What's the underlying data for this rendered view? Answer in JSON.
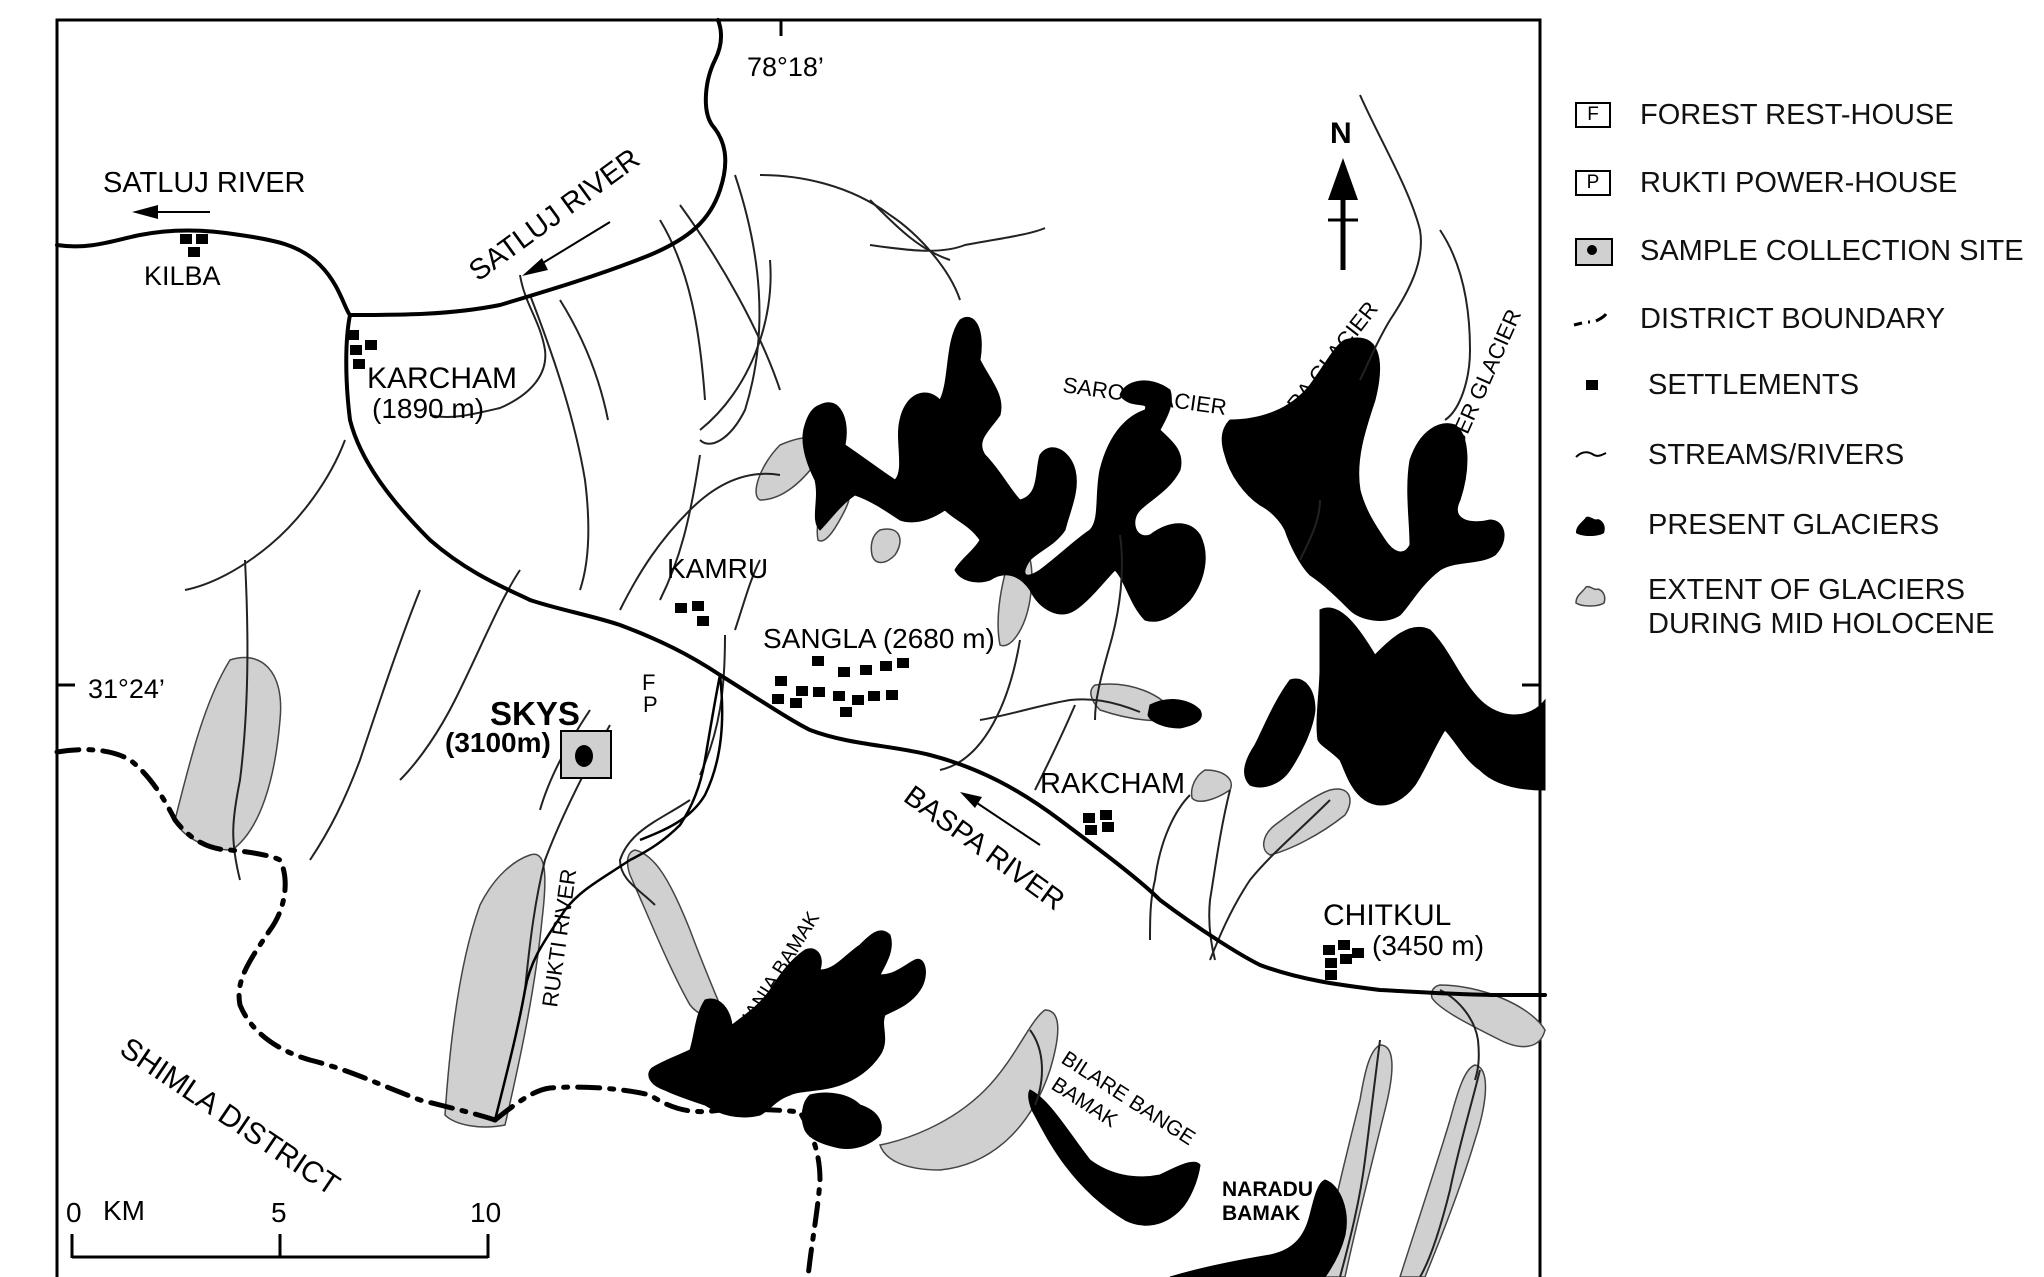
{
  "map": {
    "coordinates": {
      "longitude": "78°18’",
      "latitude": "31°24’"
    },
    "north_label": "N",
    "rivers": {
      "satluj_left": "SATLUJ RIVER",
      "satluj_right": "SATLUJ RIVER",
      "baspa": "BASPA RIVER",
      "rukti": "RUKTI RIVER"
    },
    "places": {
      "kilba": "KILBA",
      "karcham": "KARCHAM",
      "karcham_alt": "(1890 m)",
      "kamru": "KAMRU",
      "sangla": "SANGLA (2680 m)",
      "skys": "SKYS",
      "skys_alt": "(3100m)",
      "rakcham": "RAKCHAM",
      "chitkul": "CHITKUL",
      "chitkul_alt": "(3450 m)",
      "forest_mark": "F",
      "power_mark": "P"
    },
    "glaciers": {
      "saro": "SARO GLACIER",
      "gara": "GARA GLACIER",
      "lamber": "LAMBER GLACIER",
      "hania": "HANIA BAMAK",
      "bilare_1": "BILARE BANGE",
      "bilare_2": "BAMAK",
      "naradu_1": "NARADU",
      "naradu_2": "BAMAK"
    },
    "district": "SHIMLA DISTRICT",
    "scale": {
      "unit": "KM",
      "ticks": [
        "0",
        "5",
        "10"
      ]
    }
  },
  "legend": {
    "items": [
      {
        "symbol": "F",
        "label": "FOREST REST-HOUSE"
      },
      {
        "symbol": "P",
        "label": "RUKTI POWER-HOUSE"
      },
      {
        "symbol": "sample-site",
        "label": "SAMPLE COLLECTION SITE"
      },
      {
        "symbol": "district-boundary",
        "label": "DISTRICT BOUNDARY"
      },
      {
        "symbol": "settlement",
        "label": "SETTLEMENTS"
      },
      {
        "symbol": "stream",
        "label": "STREAMS/RIVERS"
      },
      {
        "symbol": "glacier",
        "label": "PRESENT GLACIERS"
      },
      {
        "symbol": "holocene",
        "label": "EXTENT OF GLACIERS",
        "label2": "DURING MID HOLOCENE"
      }
    ]
  }
}
